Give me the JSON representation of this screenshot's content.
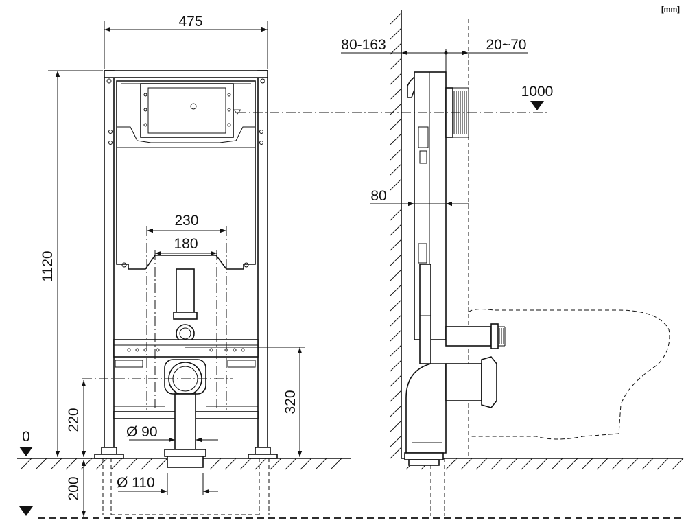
{
  "units_label": "[mm]",
  "front": {
    "width": "475",
    "height": "1120",
    "spacing_outer": "230",
    "spacing_inner": "180",
    "outlet_height": "320",
    "inlet_height": "220",
    "pipe_small": "Ø 90",
    "pipe_large": "Ø 110",
    "floor_level": "0",
    "below_floor": "200"
  },
  "side": {
    "wall_distance": "80-163",
    "plate_offset": "20~70",
    "frame_depth": "80",
    "button_height": "1000"
  }
}
